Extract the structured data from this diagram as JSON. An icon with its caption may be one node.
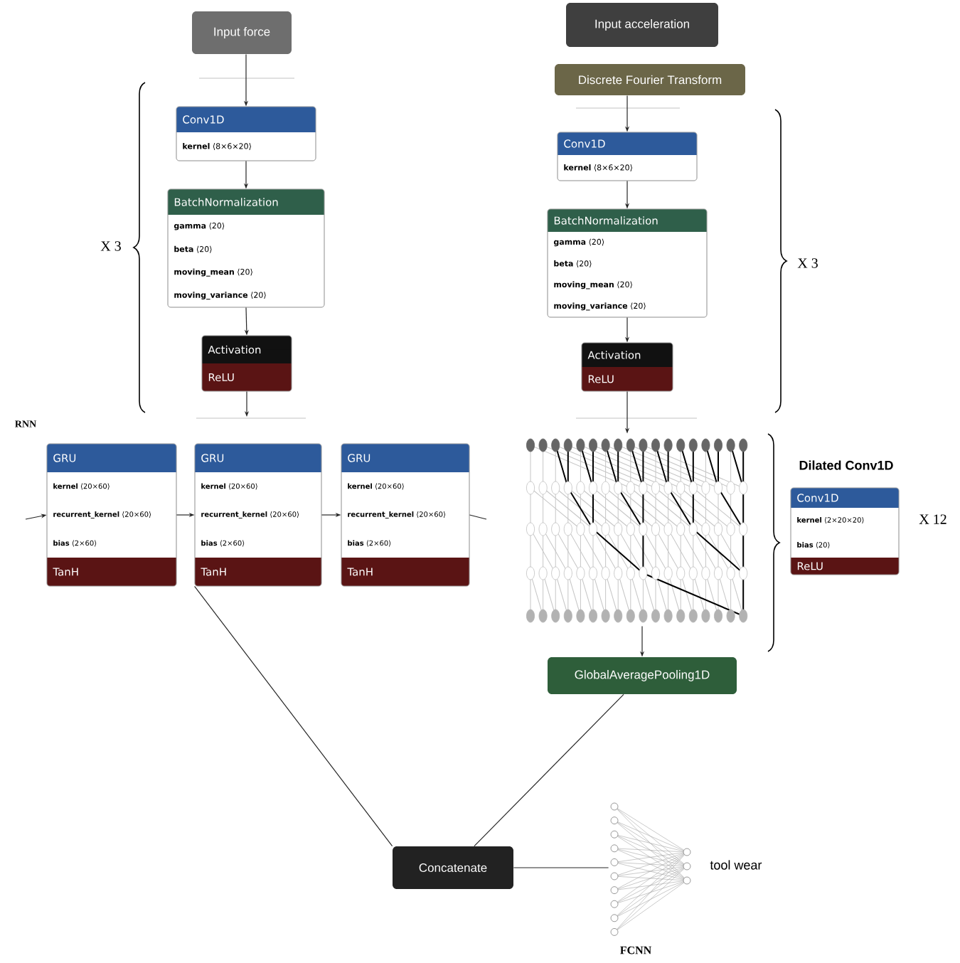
{
  "diagram": {
    "nodes": [
      {
        "text": [
          "Input force"
        ]
      },
      {
        "text": [
          "Conv1D",
          "**kernel** ⟨8×6×20⟩"
        ]
      },
      {
        "text": [
          "BatchNormalization",
          "**gamma** ⟨20⟩",
          "**beta** ⟨20⟩",
          "**moving_mean** ⟨20⟩",
          "**moving_variance** ⟨20⟩"
        ]
      },
      {
        "text": [
          "Activation",
          "ReLU"
        ]
      },
      {
        "text": [
          "Input acceleration"
        ]
      },
      {
        "text": [
          "Discrete Fourier Transform"
        ]
      },
      {
        "text": [
          "Conv1D",
          "**kernel** ⟨8×6×20⟩"
        ]
      },
      {
        "text": [
          "BatchNormalization",
          "**gamma** ⟨20⟩",
          "**beta** ⟨20⟩",
          "**moving_mean** ⟨20⟩",
          "**moving_variance** ⟨20⟩"
        ]
      },
      {
        "text": [
          "Activation",
          "ReLU"
        ]
      },
      {
        "text": [
          "GRU",
          "**kernel** ⟨20×60⟩",
          "**recurrent_kernel** ⟨20×60⟩",
          "**bias** ⟨2×60⟩",
          "TanH"
        ]
      },
      {
        "text": [
          "GRU",
          "**kernel** ⟨20×60⟩",
          "**recurrent_kernel** ⟨20×60⟩",
          "**bias** ⟨2×60⟩",
          "TanH"
        ]
      },
      {
        "text": [
          "GRU",
          "**kernel** ⟨20×60⟩",
          "**recurrent_kernel** ⟨20×60⟩",
          "**bias** ⟨2×60⟩",
          "TanH"
        ]
      },
      {
        "text": [],
        "shape": "picture"
      },
      {
        "text": [
          "Dilated Conv1D",
          "Conv1D",
          "**kernel** ⟨2×20×20⟩",
          "**bias** ⟨20⟩",
          "ReLU"
        ]
      },
      {
        "text": [
          "GlobalAveragePooling1D"
        ]
      },
      {
        "text": [
          "Concatenate"
        ]
      },
      {
        "text": [],
        "shape": "picture",
        "beside": [
          "tool wear",
          "FCNN"
        ]
      }
    ],
    "edges": [
      {
        "from": 0,
        "to": 1,
        "arrow": "to"
      },
      {
        "from": 1,
        "to": 2,
        "arrow": "to"
      },
      {
        "from": 2,
        "to": 3,
        "arrow": "to"
      },
      {
        "from": 3,
        "to": null,
        "arrow": "to"
      },
      {
        "from": null,
        "to": 9,
        "arrow": "to"
      },
      {
        "from": 9,
        "to": 10,
        "arrow": "to"
      },
      {
        "from": 10,
        "to": 11,
        "arrow": "to"
      },
      {
        "from": 11,
        "to": null,
        "arrow": "none"
      },
      {
        "from": 5,
        "to": 6,
        "arrow": "to"
      },
      {
        "from": 6,
        "to": 7,
        "arrow": "to"
      },
      {
        "from": 7,
        "to": 8,
        "arrow": "to"
      },
      {
        "from": 8,
        "to": 12,
        "arrow": "to"
      },
      {
        "from": 12,
        "to": 14,
        "arrow": "to"
      },
      {
        "from": 14,
        "to": 15,
        "arrow": "none"
      },
      {
        "from": 10,
        "to": 15,
        "arrow": "none"
      },
      {
        "from": 15,
        "to": 16,
        "arrow": "none"
      }
    ],
    "labels": [
      "X 3",
      "X 3",
      "RNN",
      "X 12"
    ]
  }
}
